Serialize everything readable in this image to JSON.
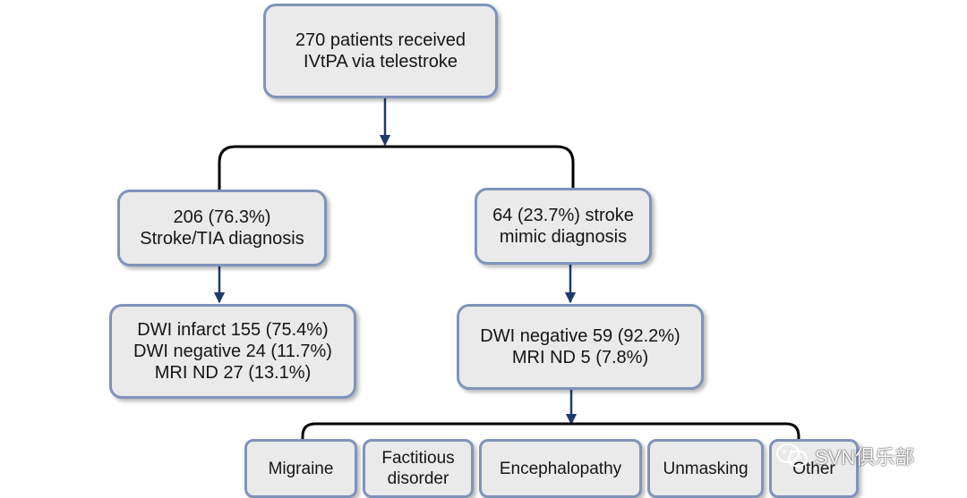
{
  "nodes": {
    "root": {
      "lines": [
        "270 patients received",
        "IVtPA via telestroke"
      ]
    },
    "stroke": {
      "lines": [
        "206 (76.3%)",
        "Stroke/TIA diagnosis"
      ]
    },
    "mimic": {
      "lines": [
        "64 (23.7%) stroke",
        "mimic diagnosis"
      ]
    },
    "stroke_imaging": {
      "lines": [
        "DWI infarct 155 (75.4%)",
        "DWI negative 24 (11.7%)",
        "MRI ND 27 (13.1%)"
      ]
    },
    "mimic_imaging": {
      "lines": [
        "DWI negative 59 (92.2%)",
        "MRI ND 5 (7.8%)"
      ]
    }
  },
  "mimic_categories": [
    {
      "lines": [
        "Migraine"
      ]
    },
    {
      "lines": [
        "Factitious",
        "disorder"
      ]
    },
    {
      "lines": [
        "Encephalopathy"
      ]
    },
    {
      "lines": [
        "Unmasking"
      ]
    },
    {
      "lines": [
        "Other"
      ]
    }
  ],
  "colors": {
    "box_fill": "#ebeaea",
    "box_border": "#7f93bb",
    "arrow": "#1f3a6e",
    "connector": "#000000"
  },
  "watermark": {
    "text": "SVN俱乐部",
    "icon": "wechat-icon"
  }
}
